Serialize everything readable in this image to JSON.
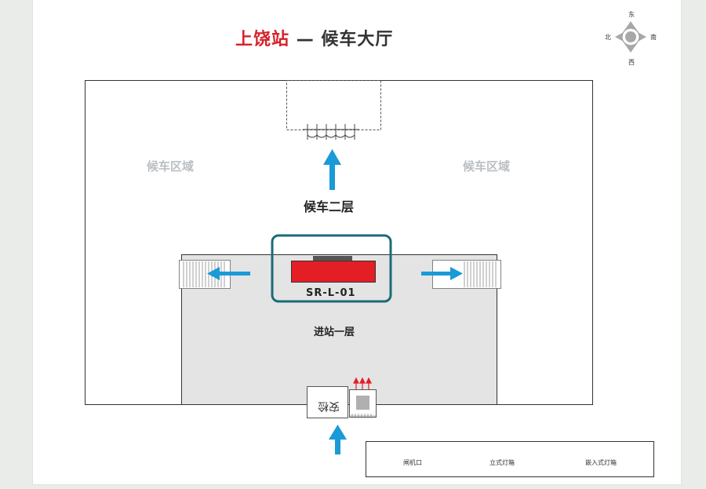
{
  "title": {
    "station": "上饶站",
    "separator": "—",
    "area": "候车大厅"
  },
  "compass": {
    "top": "东",
    "bottom": "西",
    "left": "北",
    "right": "南"
  },
  "zones": {
    "left": "候车区域",
    "right": "候车区域"
  },
  "floors": {
    "upper": "候车二层",
    "lower": "进站一层"
  },
  "highlight": {
    "code": "SR-L-01"
  },
  "security": {
    "label": "安检"
  },
  "legend": {
    "gate": "闸机口",
    "standing_lightbox": "立式灯箱",
    "embedded_lightbox": "嵌入式灯箱"
  },
  "colors": {
    "red": "#e31e25",
    "blue": "#1a9ad6",
    "teal": "#1b6b78",
    "grey_floor": "#e4e4e4"
  },
  "icons": [
    "compass-icon",
    "arrow-up-icon",
    "arrow-left-icon",
    "arrow-right-icon",
    "gate-icon",
    "escalator-icon"
  ]
}
